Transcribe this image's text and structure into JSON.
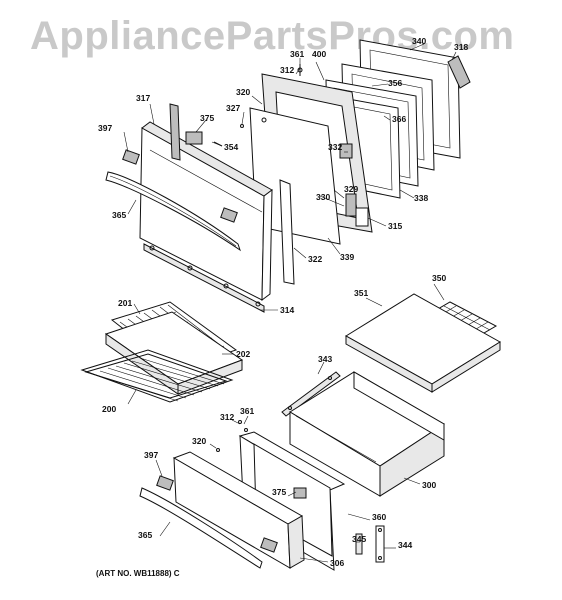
{
  "watermark": "AppliancePartsPros.com",
  "art_number": "(ART NO. WB11888) C",
  "callouts": [
    "340",
    "318",
    "361",
    "400",
    "312",
    "356",
    "320",
    "327",
    "375",
    "366",
    "317",
    "354",
    "332",
    "397",
    "338",
    "330",
    "329",
    "315",
    "339",
    "365",
    "322",
    "314",
    "350",
    "351",
    "201",
    "202",
    "343",
    "200",
    "361",
    "312",
    "320",
    "397",
    "375",
    "300",
    "360",
    "345",
    "344",
    "365",
    "306"
  ]
}
